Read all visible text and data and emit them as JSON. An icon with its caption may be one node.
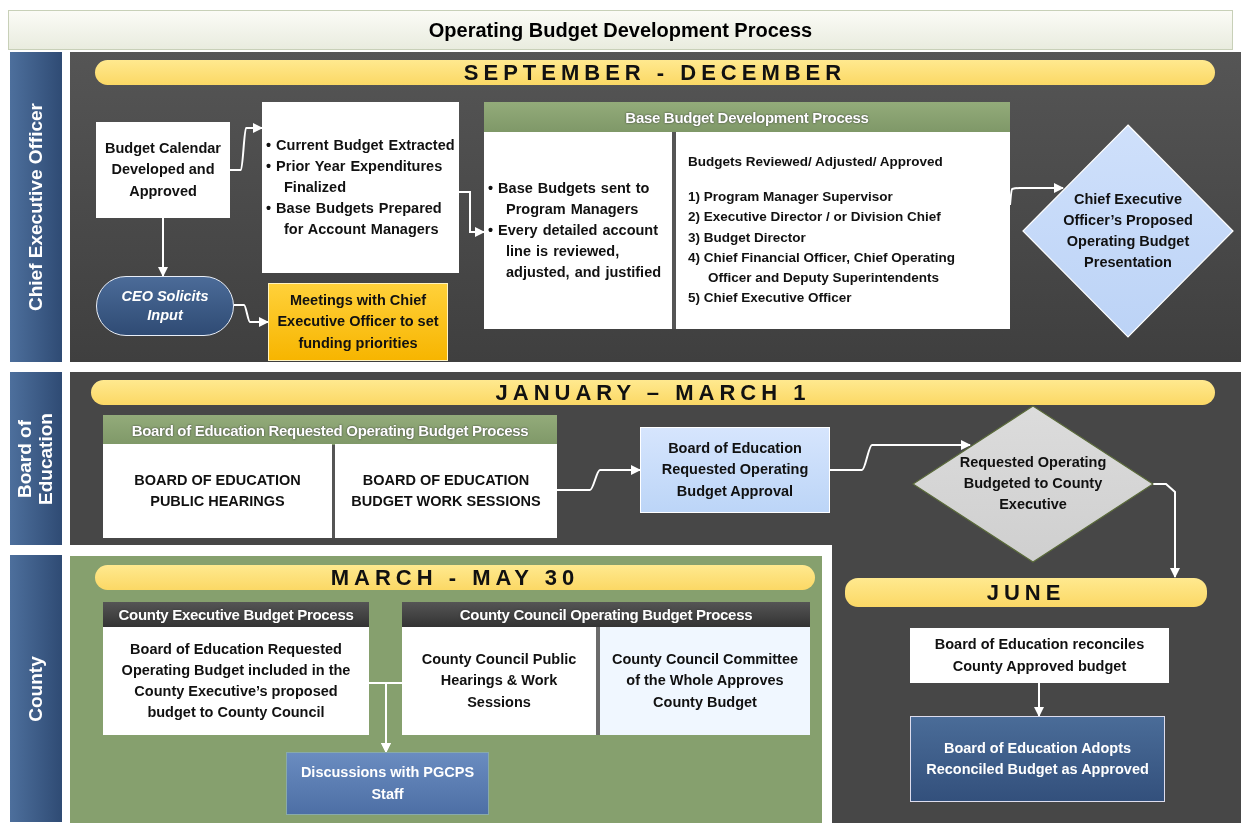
{
  "diagram": {
    "title": "Operating Budget Development Process",
    "nodes": [
      {
        "text": [
          "Chief Executive Officer"
        ]
      },
      {
        "text": [
          "SEPTEMBER - DECEMBER"
        ]
      },
      {
        "text": [
          "Budget Calendar Developed and Approved"
        ]
      },
      {
        "text": [
          "• Current Budget Extracted",
          "• Prior Year Expenditures Finalized",
          "• Base Budgets Prepared for Account Managers"
        ]
      },
      {
        "text": [
          "Base Budget Development Process"
        ]
      },
      {
        "text": [
          "• Base Budgets sent to Program Managers",
          "• Every detailed account line is reviewed, adjusted, and justified"
        ],
        "in": 4
      },
      {
        "text": [
          "Budgets Reviewed/ Adjusted/ Approved",
          "1) Program Manager Supervisor",
          "2) Executive Director / or Division Chief",
          "3) Budget Director",
          "4) Chief Financial Officer, Chief Operating Officer and Deputy Superintendents",
          "5) Chief Executive Officer"
        ],
        "in": 4
      },
      {
        "text": [
          "CEO Solicits Input"
        ]
      },
      {
        "text": [
          "Meetings with Chief Executive Officer to set funding priorities"
        ]
      },
      {
        "text": [
          "Chief Executive Officer’s Proposed Operating Budget Presentation"
        ]
      },
      {
        "text": [
          "Board of Education"
        ]
      },
      {
        "text": [
          "JANUARY – MARCH 1"
        ]
      },
      {
        "text": [
          "Board of Education Requested Operating Budget Process"
        ]
      },
      {
        "text": [
          "BOARD OF EDUCATION PUBLIC HEARINGS"
        ],
        "in": 12
      },
      {
        "text": [
          "BOARD OF EDUCATION BUDGET WORK SESSIONS"
        ],
        "in": 12
      },
      {
        "text": [
          "Board of Education Requested Operating Budget Approval"
        ]
      },
      {
        "text": [
          "Requested Operating Budgeted to County Executive"
        ]
      },
      {
        "text": [
          "County"
        ]
      },
      {
        "text": [
          "MARCH - MAY 30"
        ]
      },
      {
        "text": [
          "County Executive Budget Process"
        ]
      },
      {
        "text": [
          "Board of Education Requested Operating Budget included in the County Executive’s proposed budget to County Council"
        ],
        "in": 19
      },
      {
        "text": [
          "County Council Operating Budget Process"
        ]
      },
      {
        "text": [
          "County Council Public Hearings & Work Sessions"
        ],
        "in": 21
      },
      {
        "text": [
          "County Council Committee of the Whole Approves County Budget"
        ],
        "in": 21
      },
      {
        "text": [
          "Discussions with PGCPS Staff"
        ]
      },
      {
        "text": [
          "JUNE"
        ]
      },
      {
        "text": [
          "Board of Education reconciles County Approved budget"
        ]
      },
      {
        "text": [
          "Board of Education Adopts Reconciled Budget as Approved"
        ]
      }
    ],
    "edges": [
      {
        "from": 2,
        "to": 3,
        "arrow": "to"
      },
      {
        "from": 3,
        "to": 5,
        "arrow": "to"
      },
      {
        "from": 2,
        "to": 7,
        "arrow": "to"
      },
      {
        "from": 7,
        "to": 8,
        "arrow": "to"
      },
      {
        "from": 6,
        "to": 9,
        "arrow": "to"
      },
      {
        "from": 14,
        "to": 15,
        "arrow": "to"
      },
      {
        "from": 15,
        "to": 16,
        "arrow": "to"
      },
      {
        "from": 16,
        "to": 25,
        "arrow": "to"
      },
      {
        "from": 26,
        "to": 27,
        "arrow": "to"
      },
      {
        "from": 20,
        "to": 24,
        "arrow": "to"
      },
      {
        "from": 22,
        "to": 24,
        "arrow": "to"
      }
    ]
  }
}
